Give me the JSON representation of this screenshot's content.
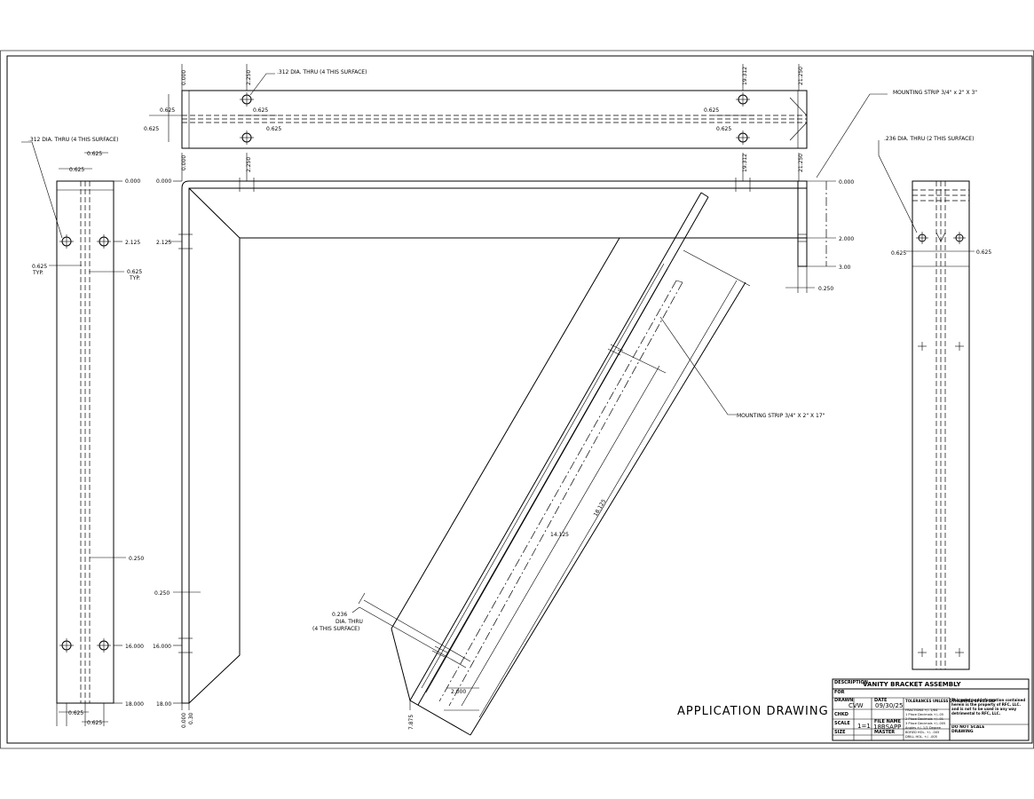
{
  "title_block": {
    "description_label": "DESCRIPTION",
    "description": "VANITY BRACKET ASSEMBLY",
    "for_label": "FOR",
    "drawn_label": "DRAWN",
    "drawn_by": "CVW",
    "date_label": "DATE",
    "date": "09/30/25",
    "checked_label": "CHKD",
    "scale_label": "SCALE",
    "scale": "1=1",
    "file_label": "FILE NAME",
    "file_name": "18BSAPP",
    "size_label": "SIZE",
    "master_label": "MASTER",
    "tolerance_header": "TOLERANCES UNLESS OTHERWISE SPECIFIED",
    "tolerance_lines": [
      "FRACTIONS +/- 1/64",
      "1 Place Decimals +/-.05",
      "2 Place Decimals +/-.01",
      "3 Place Decimals +/-.005",
      "Angles +/- 1/2 Degree",
      "BORED HOL. +/- .005",
      "DRILL HOL. +/- .005"
    ],
    "proprietary": "This print and information contained herein is the property of RFC, LLC. and is not to be used in any way detrimental to RFC, LLC.",
    "do_not_scale": "DO NOT SCALE DRAWING"
  },
  "application_title": "APPLICATION DRAWING",
  "notes": {
    "hole_left": ".312 DIA. THRU (4 THIS SURFACE)",
    "hole_top": ".312 DIA. THRU (4 THIS SURFACE)",
    "hole_right": ".236 DIA. THRU (2 THIS SURFACE)",
    "strip_short": "MOUNTING STRIP 3/4\" x 2\" X 3\"",
    "strip_long": "MOUNTING STRIP 3/4\" X 2\" X 17\"",
    "hole_brace_1": "0.236",
    "hole_brace_2": "DIA. THRU",
    "hole_brace_3": "(4 THIS SURFACE)"
  },
  "dims": {
    "left_view": {
      "w1": "0.625",
      "w2": "0.625",
      "d0": "0.000",
      "d2125": "2.125",
      "typ_l": "0.625",
      "typ_r": "0.625",
      "typ_word": "TYP.",
      "d0250": "0.250",
      "d16": "16.000",
      "d18": "18.000",
      "b1": "0.625",
      "b2": "0.625"
    },
    "top_view": {
      "x0": "0.000",
      "x2250": "2.250",
      "x19312": "19.312",
      "x21250": "21.250",
      "y1": "0.625",
      "y2": "0.625",
      "y3": "0.625",
      "y4": "0.625",
      "r1": "0.625",
      "r2": "0.625"
    },
    "front_view": {
      "x0": "0.000",
      "x2250": "2.250",
      "x19312": "19.312",
      "x21250": "21.250",
      "y0": "0.000",
      "y2125": "2.125",
      "y0250": "0.250",
      "y16": "16.000",
      "y18": "18.00",
      "bx0": "0.000",
      "bx030": "0.30",
      "r0": "0.000",
      "r2": "2.000",
      "r3": "3.00",
      "r0250": "0.250"
    },
    "brace": {
      "l18": "18.125",
      "l14": "14.125",
      "w2": "2.000",
      "w7": "7.875"
    },
    "right_view": {
      "l": "0.625",
      "r": "0.625"
    }
  }
}
